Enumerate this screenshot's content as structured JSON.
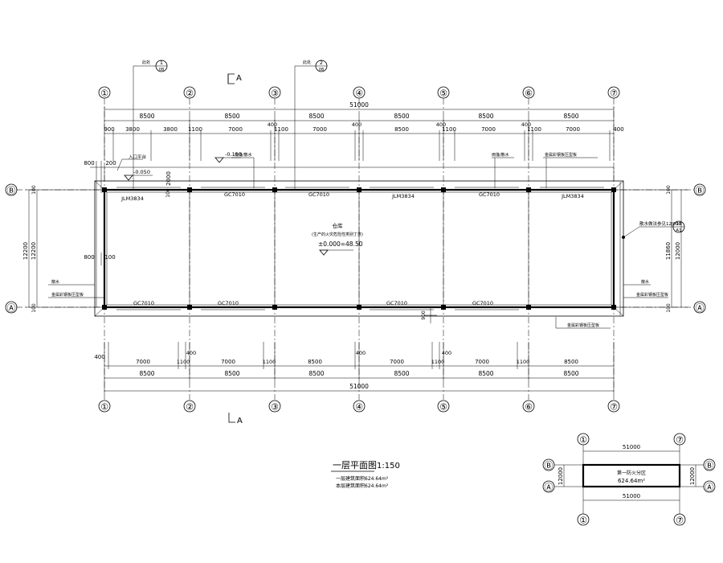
{
  "grid_cols": [
    "①",
    "②",
    "③",
    "④",
    "⑤",
    "⑥",
    "⑦"
  ],
  "grid_rows": [
    "Ⓑ",
    "Ⓐ"
  ],
  "dims_top_total": "51000",
  "dims_top_bays": [
    "8500",
    "8500",
    "8500",
    "8500",
    "8500",
    "8500"
  ],
  "dims_top_detail": [
    "900",
    "3800",
    "3800",
    "1100",
    "7000",
    "400",
    "1100",
    "7000",
    "400",
    "8500",
    "400",
    "1100",
    "7000",
    "400",
    "1100",
    "7000",
    "400"
  ],
  "dims_bottom_detail": [
    "400",
    "7000",
    "400",
    "1100",
    "7000",
    "1100",
    "8500",
    "400",
    "7000",
    "400",
    "1100",
    "7000",
    "1100",
    "8500"
  ],
  "dims_bottom_bays": [
    "8500",
    "8500",
    "8500",
    "8500",
    "8500",
    "8500"
  ],
  "dims_bottom_total": "51000",
  "dims_left": [
    "800",
    "200",
    "2000",
    "100",
    "12200",
    "12200",
    "800",
    "100",
    "100",
    "100"
  ],
  "dims_right": [
    "100",
    "11860",
    "12000",
    "100"
  ],
  "section_marks": [
    "A",
    "A"
  ],
  "detail_ref_1": {
    "label": "此处",
    "num": "1",
    "sheet": "08"
  },
  "detail_ref_2": {
    "label": "此处",
    "num": "2",
    "sheet": "08"
  },
  "detail_ref_3": {
    "label": "散水做法参见12J003",
    "num": "1B",
    "sheet": "A1"
  },
  "elev_labels": {
    "entrance": "入口平台",
    "neg150": "-0.150",
    "neg050": "-0.050",
    "zero": "±0.000=48.50"
  },
  "room": {
    "name": "仓库",
    "note": "(生产的火灾危险性类别丁类)"
  },
  "openings": [
    "JLM3834",
    "GC7010",
    "GC7010",
    "JLM3834",
    "GC7010",
    "JLM3834",
    "GC7010",
    "GC7010",
    "GC7010",
    "GC7010"
  ],
  "wall_notes": [
    "雨篷/散水",
    "雨篷/散水",
    "金属彩钢板压型板",
    "金属彩钢板压型板",
    "散水",
    "金属彩钢板压型板",
    "散水"
  ],
  "title": "一层平面图",
  "scale": "1:150",
  "area_lines": [
    {
      "label": "一层建筑面积:",
      "value": "624.64m²"
    },
    {
      "label": "本层建筑面积:",
      "value": "624.64m²"
    }
  ],
  "key_plan": {
    "cols": [
      "①",
      "⑦"
    ],
    "rows": [
      "Ⓑ",
      "Ⓐ"
    ],
    "dim_h": "51000",
    "dim_v": "12000",
    "label": "第一防火分区",
    "area": "624.64m²"
  }
}
